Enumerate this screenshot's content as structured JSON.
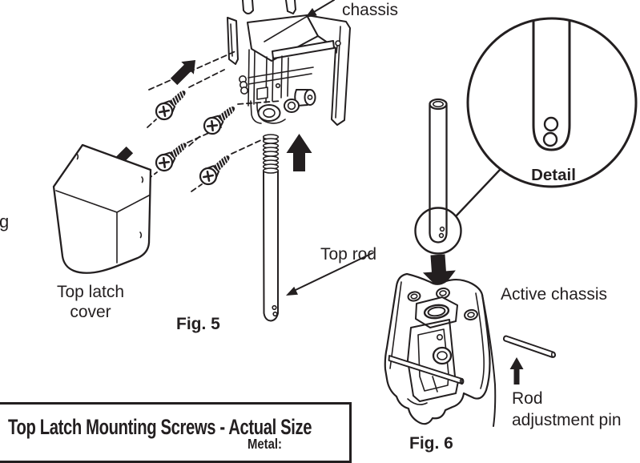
{
  "page": {
    "background": "#ffffff",
    "line_color": "#231f20"
  },
  "figure5": {
    "caption": "Fig. 5",
    "labels": {
      "chassis": "chassis",
      "top_latch_cover": [
        "Top latch",
        "cover"
      ],
      "top_rod": "Top rod",
      "left_edge_fragment": "g"
    }
  },
  "figure6": {
    "caption": "Fig. 6",
    "labels": {
      "detail": "Detail",
      "active_chassis": "Active chassis",
      "rod_adjustment_pin": [
        "Rod",
        "adjustment pin"
      ]
    }
  },
  "screw_box": {
    "title": "Top Latch Mounting Screws - Actual Size",
    "material_label": "Metal:"
  }
}
